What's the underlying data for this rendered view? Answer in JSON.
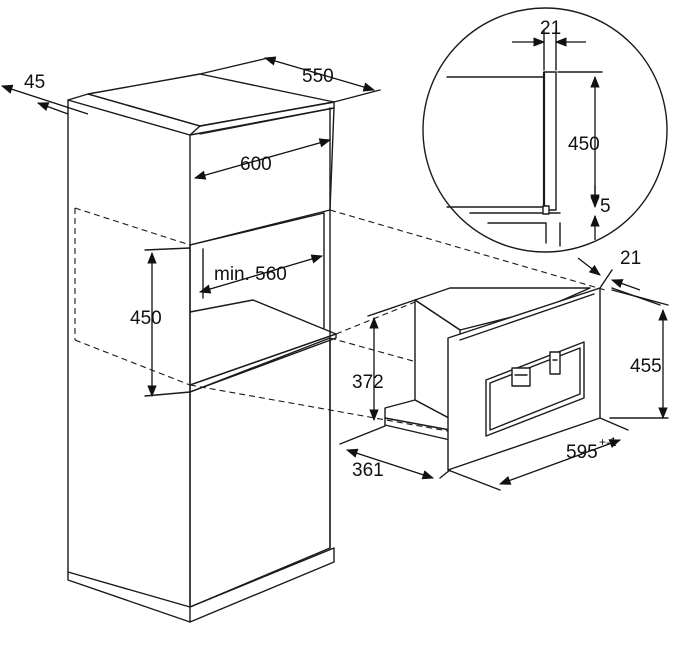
{
  "dimensions": {
    "cabinet_depth_offset": "45",
    "cabinet_depth": "550",
    "cabinet_width": "600",
    "niche_width_min": "min. 560",
    "niche_height": "450",
    "detail_thickness": "21",
    "detail_height": "450",
    "detail_gap": "5",
    "appliance_frame_thickness": "21",
    "appliance_height": "455",
    "appliance_body_height": "372",
    "appliance_depth": "361",
    "appliance_width": "595",
    "appliance_width_tolerance": "+-1"
  }
}
